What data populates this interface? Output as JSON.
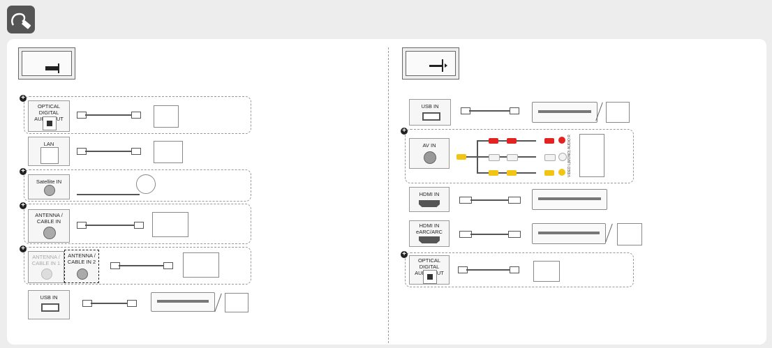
{
  "header": {
    "app_icon": "cable-connection-icon"
  },
  "left": {
    "ports": {
      "optical": "OPTICAL DIGITAL\nAUDIO OUT",
      "lan": "LAN",
      "satellite": "Satellite IN",
      "antenna": "ANTENNA /\nCABLE IN",
      "antenna1": "ANTENNA /\nCABLE IN 1",
      "antenna2": "ANTENNA /\nCABLE IN 2",
      "usb": "USB IN"
    }
  },
  "right": {
    "ports": {
      "usb": "USB IN",
      "av": "AV IN",
      "hdmi": "HDMI IN",
      "hdmi_arc": "HDMI IN\neARC/ARC",
      "optical": "OPTICAL DIGITAL\nAUDIO OUT"
    },
    "av_labels": {
      "video": "VIDEO",
      "audio_l": "L(MONO)",
      "audio": "AUDIO",
      "audio_r": "R"
    }
  },
  "colors": {
    "rca_red": "#e32222",
    "rca_white": "#f2f2f2",
    "rca_yellow": "#f2c515",
    "panel": "#ffffff",
    "background": "#ededed"
  }
}
